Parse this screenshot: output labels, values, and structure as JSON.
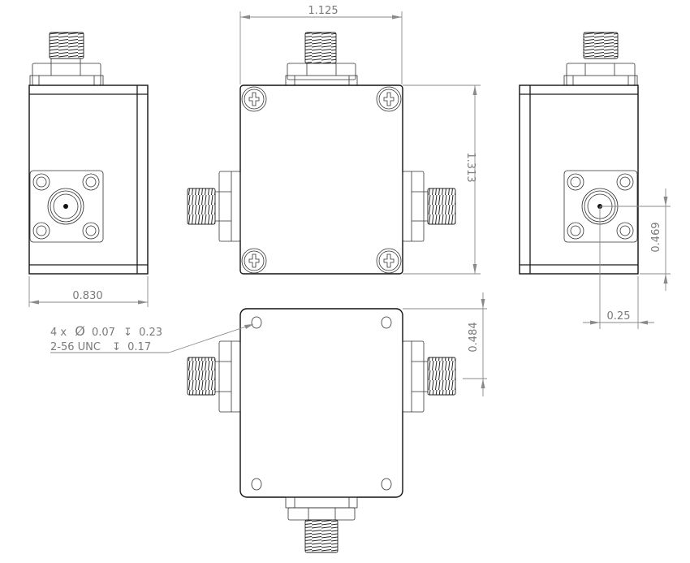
{
  "drawing": {
    "views": {
      "left_side": {
        "name": "left-side-view"
      },
      "front_top": {
        "name": "top-view"
      },
      "right_side": {
        "name": "right-side-view"
      },
      "bottom": {
        "name": "bottom-view"
      }
    },
    "dimensions": {
      "width_top": "1.125",
      "height_top": "1.313",
      "depth_side": "0.830",
      "connector_height": "0.469",
      "connector_offset": "0.25",
      "hole_offset": "0.484"
    },
    "callout": {
      "line1_prefix": "4 x",
      "line1_diameter_symbol": "Ø",
      "line1_diameter": "0.07",
      "line1_depth_symbol": "↧",
      "line1_depth": "0.23",
      "line2_thread": "2-56 UNC",
      "line2_depth_symbol": "↧",
      "line2_depth": "0.17"
    },
    "colors": {
      "outline": "#111111",
      "dimension": "#8a8a8a",
      "background": "#ffffff"
    }
  }
}
